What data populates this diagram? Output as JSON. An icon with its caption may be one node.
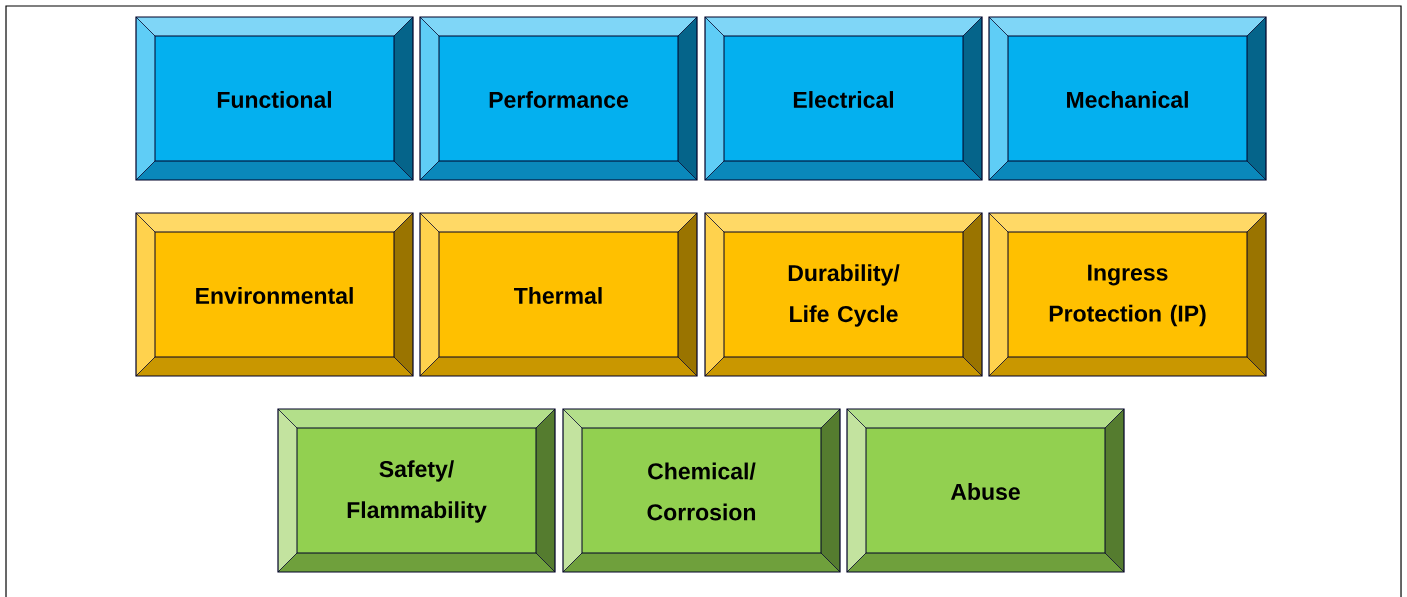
{
  "diagram": {
    "nodes": [
      {
        "text": [
          "Functional"
        ]
      },
      {
        "text": [
          "Performance"
        ]
      },
      {
        "text": [
          "Electrical"
        ]
      },
      {
        "text": [
          "Mechanical"
        ]
      },
      {
        "text": [
          "Environmental"
        ]
      },
      {
        "text": [
          "Thermal"
        ]
      },
      {
        "text": [
          "Durability/ Life Cycle"
        ]
      },
      {
        "text": [
          "Ingress Protection (IP)"
        ]
      },
      {
        "text": [
          "Safety/ Flammability"
        ]
      },
      {
        "text": [
          "Chemical/ Corrosion"
        ]
      },
      {
        "text": [
          "Abuse"
        ]
      }
    ]
  }
}
